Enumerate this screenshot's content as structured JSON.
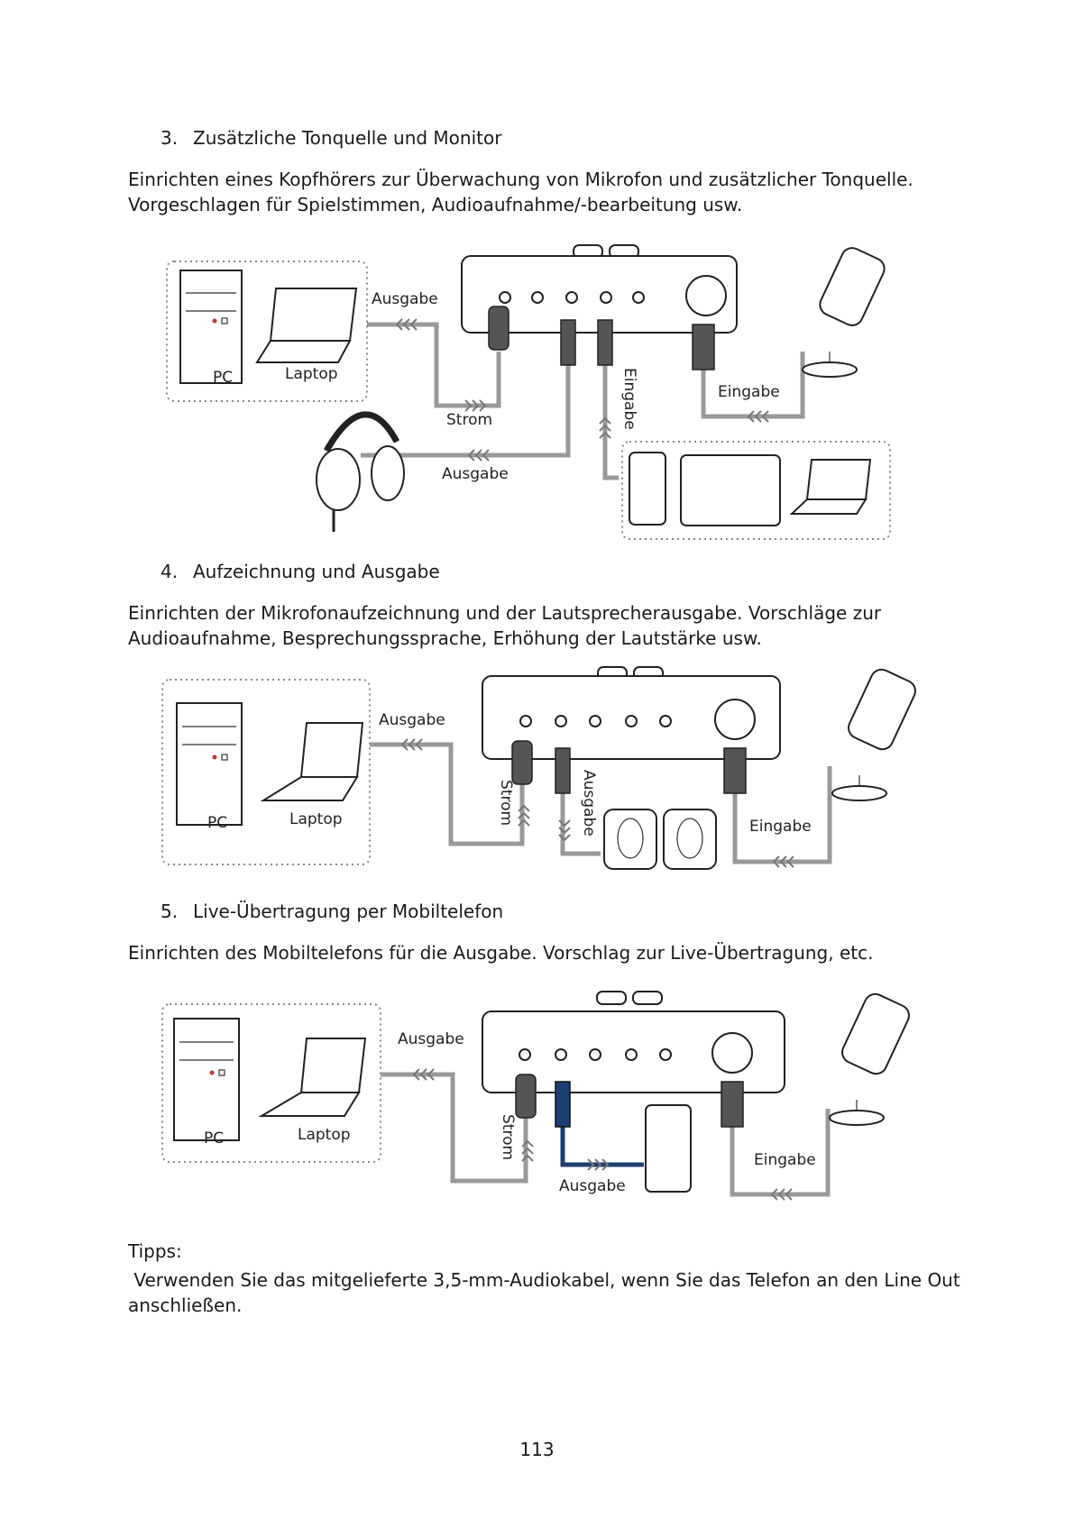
{
  "section3": {
    "number": "3.",
    "title": "Zusätzliche Tonquelle und Monitor",
    "desc": "Einrichten eines Kopfhörers zur Überwachung von Mikrofon und zusätzlicher Tonquelle. Vorgeschlagen für Spielstimmen, Audioaufnahme/-bearbeitung usw.",
    "labels": {
      "pc": "PC",
      "laptop": "Laptop",
      "out_top": "Ausgabe",
      "power": "Strom",
      "out_bottom": "Ausgabe",
      "in_vertical": "Eingabe",
      "in_mic": "Eingabe"
    }
  },
  "section4": {
    "number": "4.",
    "title": "Aufzeichnung und Ausgabe",
    "desc": "Einrichten der Mikrofonaufzeichnung und der Lautsprecherausgabe. Vorschläge zur Audioaufnahme, Besprechungssprache, Erhöhung der Lautstärke usw.",
    "labels": {
      "pc": "PC",
      "laptop": "Laptop",
      "out_top": "Ausgabe",
      "power": "Strom",
      "out_vertical": "Ausgabe",
      "in_mic": "Eingabe"
    }
  },
  "section5": {
    "number": "5.",
    "title": "Live-Übertragung per Mobiltelefon",
    "desc": "Einrichten des Mobiltelefons für die Ausgabe. Vorschlag zur Live-Übertragung, etc.",
    "labels": {
      "pc": "PC",
      "laptop": "Laptop",
      "out_top": "Ausgabe",
      "power": "Strom",
      "out_bottom": "Ausgabe",
      "in_mic": "Eingabe"
    }
  },
  "tips": {
    "title": "Tipps:",
    "text": " Verwenden Sie das mitgelieferte 3,5-mm-Audiokabel, wenn Sie das Telefon an den Line Out anschließen."
  },
  "page_number": "113"
}
